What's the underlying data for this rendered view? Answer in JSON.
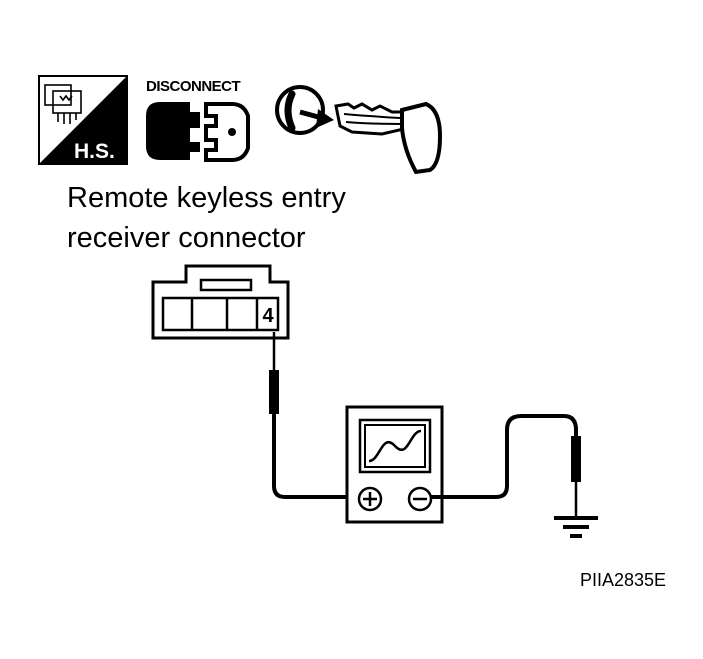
{
  "icons": {
    "harness_sensor": {
      "name": "harness-sensor-icon",
      "label": "H.S."
    },
    "disconnect": {
      "name": "disconnect-connector-icon",
      "label": "DISCONNECT"
    },
    "ignition_key": {
      "name": "ignition-key-icon"
    }
  },
  "connector": {
    "title_line1": "Remote keyless entry",
    "title_line2": "receiver connector",
    "terminal": "4"
  },
  "meter": {
    "name": "oscilloscope-icon",
    "positive": "+",
    "negative": "−"
  },
  "ground": {
    "name": "ground-symbol-icon"
  },
  "figure_code": "PIIA2835E"
}
